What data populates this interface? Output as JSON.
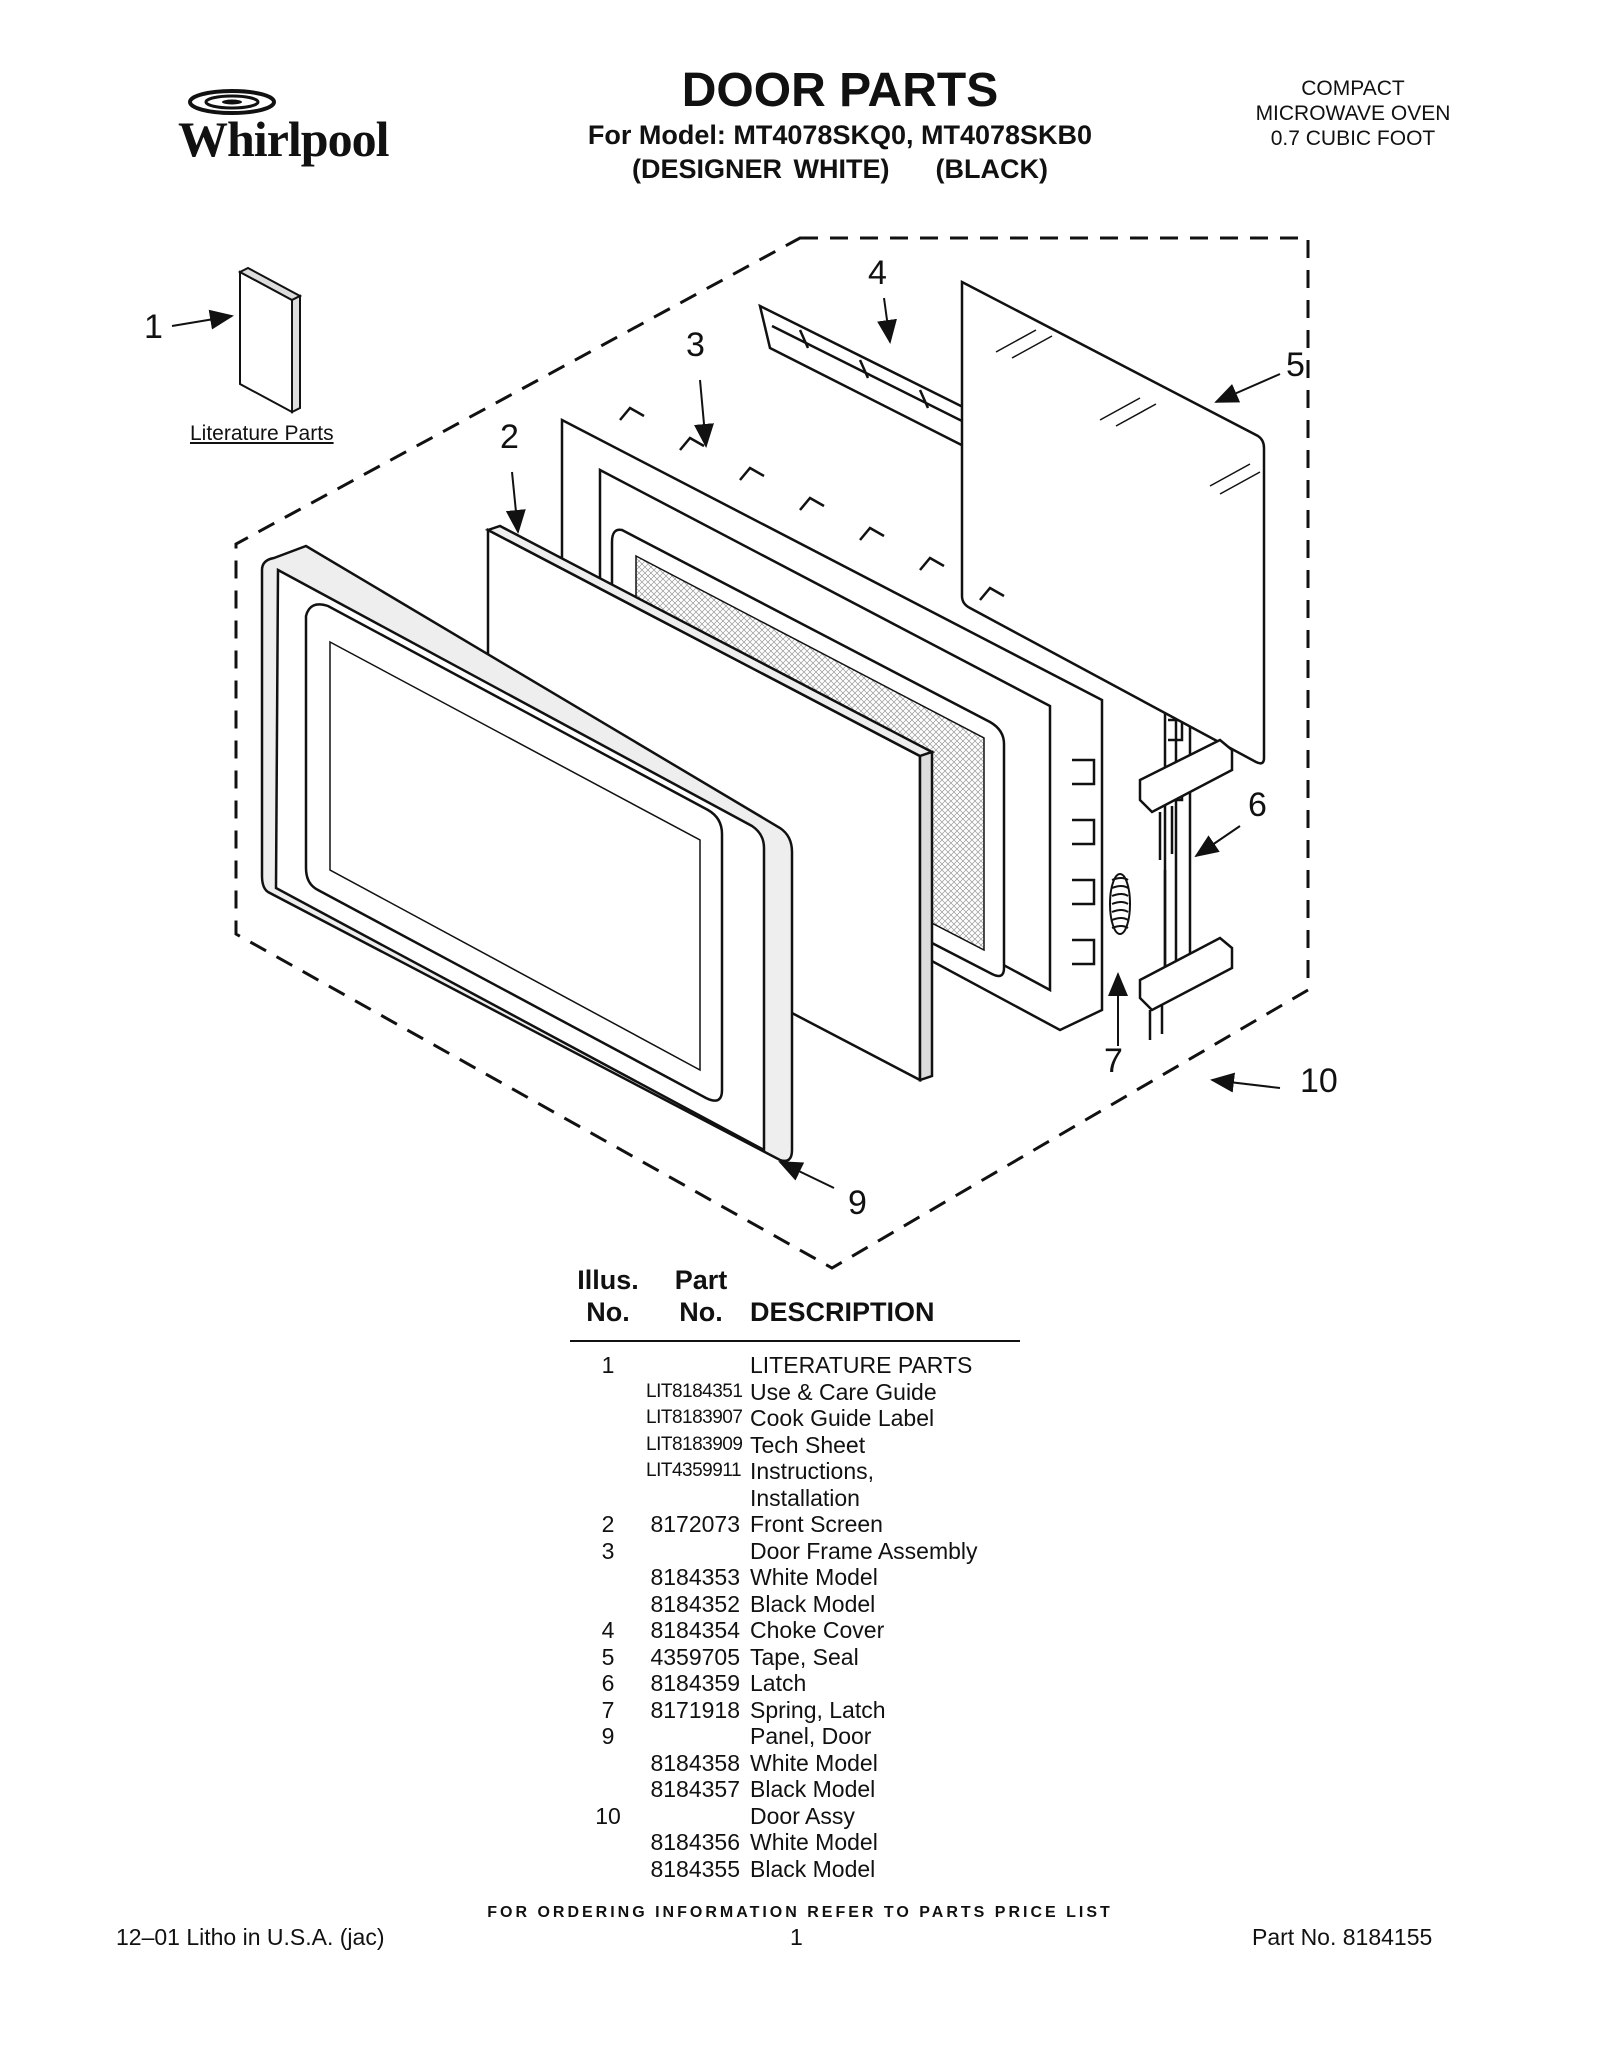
{
  "header": {
    "brand": "Whirlpool",
    "title": "DOOR PARTS",
    "model_line": "For Model: MT4078SKQ0, MT4078SKB0",
    "color_line": "(DESIGNER WHITE)    (BLACK)",
    "product_line1": "COMPACT",
    "product_line2": "MICROWAVE OVEN",
    "product_line3": "0.7 CUBIC FOOT"
  },
  "diagram": {
    "callouts": [
      "1",
      "2",
      "3",
      "4",
      "5",
      "6",
      "7",
      "9",
      "10"
    ],
    "literature_caption": "Literature Parts"
  },
  "table": {
    "headers": {
      "illus_1": "Illus.",
      "illus_2": "No.",
      "part_1": "Part",
      "part_2": "No.",
      "description": "DESCRIPTION"
    },
    "rows": [
      {
        "illus": "1",
        "part": "",
        "desc": "LITERATURE PARTS"
      },
      {
        "illus": "",
        "part": "LIT8184351",
        "desc": "Use & Care Guide"
      },
      {
        "illus": "",
        "part": "LIT8183907",
        "desc": "Cook Guide Label"
      },
      {
        "illus": "",
        "part": "LIT8183909",
        "desc": "Tech Sheet"
      },
      {
        "illus": "",
        "part": "LIT4359911",
        "desc": "Instructions,"
      },
      {
        "illus": "",
        "part": "",
        "desc": "Installation"
      },
      {
        "illus": "2",
        "part": "8172073",
        "desc": "Front Screen"
      },
      {
        "illus": "3",
        "part": "",
        "desc": "Door Frame Assembly"
      },
      {
        "illus": "",
        "part": "8184353",
        "desc": "White Model"
      },
      {
        "illus": "",
        "part": "8184352",
        "desc": "Black Model"
      },
      {
        "illus": "4",
        "part": "8184354",
        "desc": "Choke Cover"
      },
      {
        "illus": "5",
        "part": "4359705",
        "desc": "Tape, Seal"
      },
      {
        "illus": "6",
        "part": "8184359",
        "desc": "Latch"
      },
      {
        "illus": "7",
        "part": "8171918",
        "desc": "Spring, Latch"
      },
      {
        "illus": "9",
        "part": "",
        "desc": "Panel, Door"
      },
      {
        "illus": "",
        "part": "8184358",
        "desc": "White Model"
      },
      {
        "illus": "",
        "part": "8184357",
        "desc": "Black Model"
      },
      {
        "illus": "10",
        "part": "",
        "desc": "Door Assy"
      },
      {
        "illus": "",
        "part": "8184356",
        "desc": "White Model"
      },
      {
        "illus": "",
        "part": "8184355",
        "desc": "Black Model"
      }
    ]
  },
  "footer": {
    "ordering_note": "FOR ORDERING INFORMATION REFER TO PARTS PRICE LIST",
    "litho": "12–01 Litho in U.S.A. (jac)",
    "page": "1",
    "part_no": "Part No. 8184155"
  }
}
